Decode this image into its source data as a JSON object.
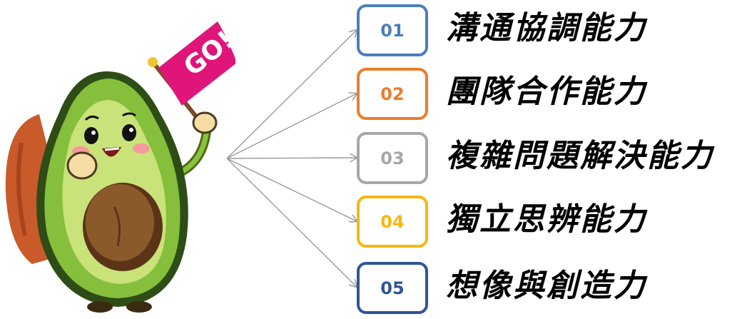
{
  "mascot": {
    "flag_text": "GO!"
  },
  "colors": {
    "arrow": "#9a9a9a"
  },
  "skills": [
    {
      "number": "01",
      "label": "溝通協調能力",
      "color": "#4a7ebd"
    },
    {
      "number": "02",
      "label": "團隊合作能力",
      "color": "#ea7d2e"
    },
    {
      "number": "03",
      "label": "複雜問題解決能力",
      "color": "#a7a7a7"
    },
    {
      "number": "04",
      "label": "獨立思辨能力",
      "color": "#f5b70f"
    },
    {
      "number": "05",
      "label": "想像與創造力",
      "color": "#2f5597"
    }
  ]
}
